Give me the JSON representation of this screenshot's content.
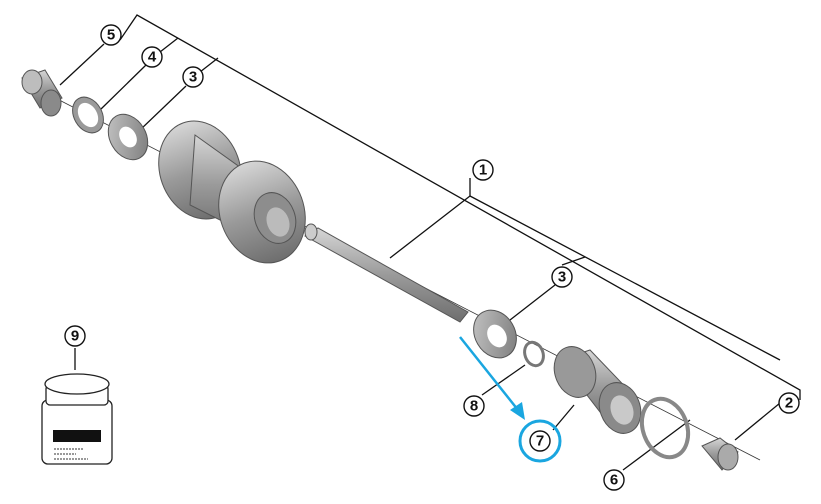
{
  "diagram": {
    "callouts": [
      {
        "id": "5",
        "label": "5"
      },
      {
        "id": "4",
        "label": "4"
      },
      {
        "id": "3a",
        "label": "3"
      },
      {
        "id": "1",
        "label": "1"
      },
      {
        "id": "3b",
        "label": "3"
      },
      {
        "id": "2",
        "label": "2"
      },
      {
        "id": "6",
        "label": "6"
      },
      {
        "id": "8",
        "label": "8"
      },
      {
        "id": "7",
        "label": "7"
      },
      {
        "id": "9",
        "label": "9"
      }
    ],
    "highlight_color": "#1aa6e0"
  }
}
